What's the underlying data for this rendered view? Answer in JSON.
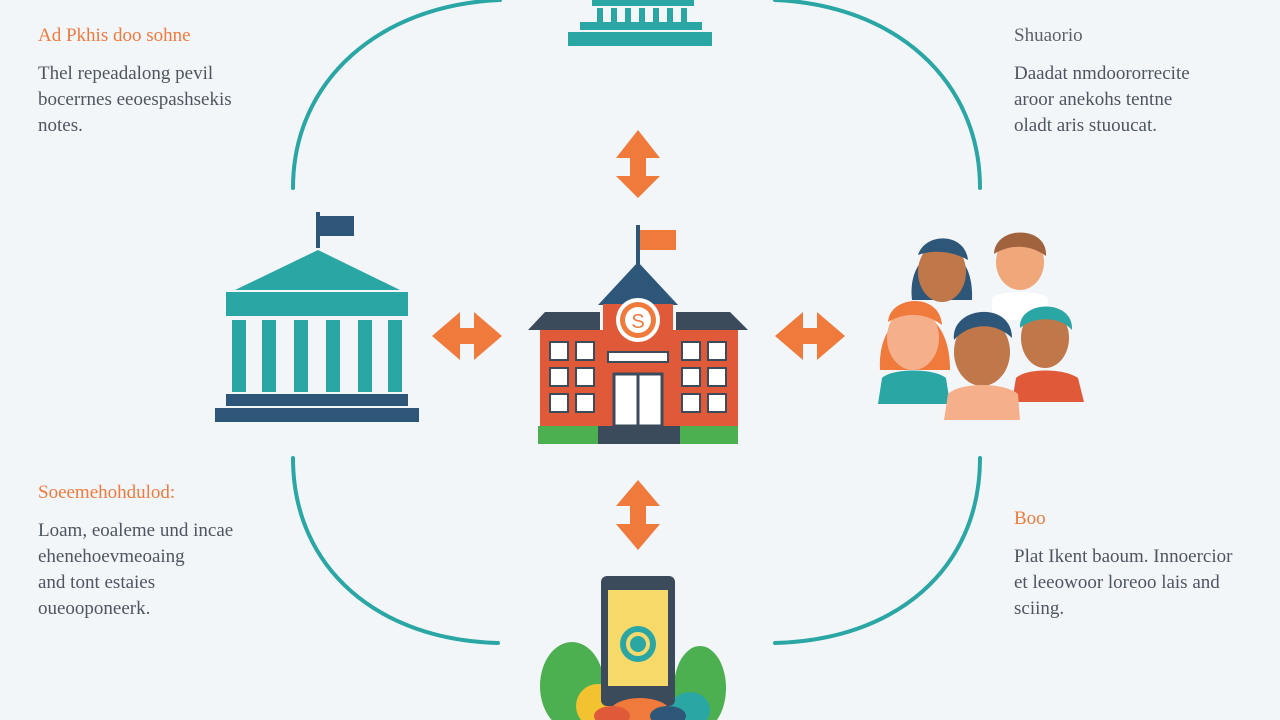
{
  "text_blocks": {
    "top_left": {
      "heading": "Ad Pkhis doo sohne",
      "lines": [
        "Thel repeadalong pevil",
        "bocerrnes eeoespashsekis",
        "notes."
      ]
    },
    "top_right": {
      "heading": "Shuaorio",
      "lines": [
        "Daadat nmdoororrecite",
        "aroor anekohs tentne",
        "oladt aris stuoucat."
      ]
    },
    "bottom_left": {
      "heading": "Soeemehohdulod:",
      "lines": [
        "Loam, eoaleme und incae",
        "ehenehoevmeoaing",
        "and tont estaies",
        "oueooponeerk."
      ]
    },
    "bottom_right": {
      "heading": "Boo",
      "lines": [
        "Plat Ikent baoum. Innoercior",
        "et leeowoor loreoo lais and",
        "sciing."
      ]
    }
  },
  "icons": {
    "top": "institution-steps-icon",
    "left": "government-building-icon",
    "center": "school-building-icon",
    "right": "student-group-icon",
    "bottom": "mobile-app-icon",
    "connectors": "double-arrow-icon"
  },
  "center_building": {
    "badge_symbol": "S"
  },
  "colors": {
    "teal": "#2aa6a4",
    "orange": "#ef7a3c",
    "brick": "#e05a3a",
    "navy": "#2e5678",
    "text": "#4d5660",
    "background": "#f3f6f9"
  }
}
